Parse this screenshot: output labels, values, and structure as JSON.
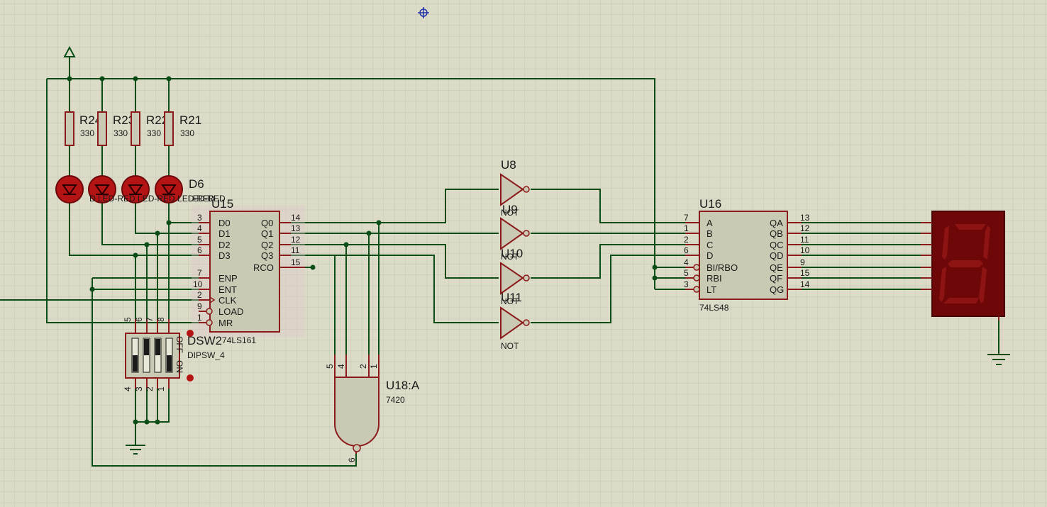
{
  "schematic": {
    "power_label": "",
    "resistors": [
      {
        "ref": "R24",
        "value": "330"
      },
      {
        "ref": "R23",
        "value": "330"
      },
      {
        "ref": "R22",
        "value": "330"
      },
      {
        "ref": "R21",
        "value": "330"
      }
    ],
    "leds": [
      {
        "ref": "D6",
        "value": "LED-RED"
      }
    ],
    "led_overlap_text": "D LED-RED LED-RED LED-RED",
    "u15": {
      "ref": "U15",
      "type": "74LS161",
      "pins_left": [
        {
          "num": "3",
          "name": "D0"
        },
        {
          "num": "4",
          "name": "D1"
        },
        {
          "num": "5",
          "name": "D2"
        },
        {
          "num": "6",
          "name": "D3"
        },
        {
          "num": "7",
          "name": "ENP"
        },
        {
          "num": "10",
          "name": "ENT"
        },
        {
          "num": "2",
          "name": "CLK"
        },
        {
          "num": "9",
          "name": "LOAD"
        },
        {
          "num": "1",
          "name": "MR"
        }
      ],
      "pins_right": [
        {
          "num": "14",
          "name": "Q0"
        },
        {
          "num": "13",
          "name": "Q1"
        },
        {
          "num": "12",
          "name": "Q2"
        },
        {
          "num": "11",
          "name": "Q3"
        },
        {
          "num": "15",
          "name": "RCO"
        }
      ]
    },
    "dsw": {
      "ref": "DSW2",
      "type": "DIPSW_4",
      "top_pins": [
        "5",
        "6",
        "7",
        "8"
      ],
      "bottom_pins": [
        "4",
        "3",
        "2",
        "1"
      ],
      "off_label": "OFF",
      "on_label": "ON"
    },
    "inverters": [
      {
        "ref": "U8",
        "type": "NOT"
      },
      {
        "ref": "U9",
        "type": "NOT"
      },
      {
        "ref": "U10",
        "type": "NOT"
      },
      {
        "ref": "U11",
        "type": "NOT"
      }
    ],
    "nand": {
      "ref": "U18:A",
      "type": "7420",
      "input_pins": [
        "5",
        "4",
        "2",
        "1"
      ],
      "output_pin": "6"
    },
    "u16": {
      "ref": "U16",
      "type": "74LS48",
      "pins_left": [
        {
          "num": "7",
          "name": "A"
        },
        {
          "num": "1",
          "name": "B"
        },
        {
          "num": "2",
          "name": "C"
        },
        {
          "num": "6",
          "name": "D"
        },
        {
          "num": "4",
          "name": "BI/RBO"
        },
        {
          "num": "5",
          "name": "RBI"
        },
        {
          "num": "3",
          "name": "LT"
        }
      ],
      "pins_right": [
        {
          "num": "13",
          "name": "QA"
        },
        {
          "num": "12",
          "name": "QB"
        },
        {
          "num": "11",
          "name": "QC"
        },
        {
          "num": "10",
          "name": "QD"
        },
        {
          "num": "9",
          "name": "QE"
        },
        {
          "num": "15",
          "name": "QF"
        },
        {
          "num": "14",
          "name": "QG"
        }
      ]
    },
    "display": {
      "digit": "8"
    }
  },
  "colors": {
    "background": "#dbdbc8",
    "grid": "#c4c4b2",
    "wire": "#0b4d16",
    "part_outline": "#8b1a1a",
    "part_fill": "#c9c9b4",
    "led_fill": "#b51414",
    "display_bg": "#6e0808",
    "segment": "#8e1414"
  }
}
